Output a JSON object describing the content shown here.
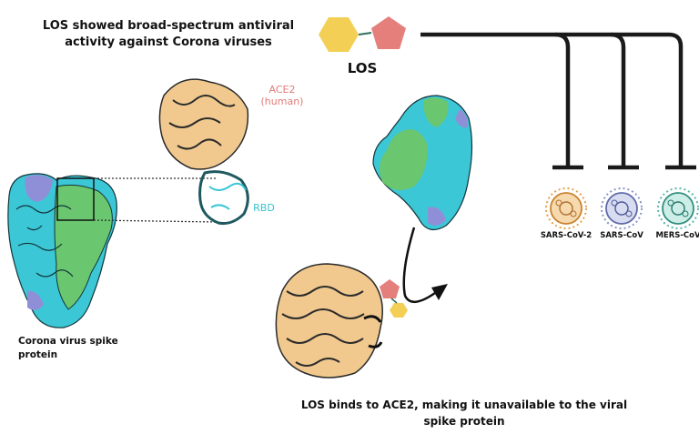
{
  "title": "LOS showed broad-spectrum antiviral activity against Corona viruses",
  "los_label": "LOS",
  "spike_label": "Corona virus spike protein",
  "ace2_label": "ACE2 (human)",
  "rbd_label": "RBD",
  "bottom_caption": "LOS binds to ACE2, making it unavailable to the viral spike protein",
  "viruses": [
    {
      "name": "SARS-CoV-2",
      "color": "#e6a04a"
    },
    {
      "name": "SARS-CoV",
      "color": "#8b96c9"
    },
    {
      "name": "MERS-CoV",
      "color": "#57b8a9"
    }
  ],
  "colors": {
    "hexagon": "#f3cf55",
    "pentagon": "#e57f7c",
    "protein_cyan": "#3cc7d6",
    "protein_green": "#6ac66f",
    "protein_purple": "#8f8fd8",
    "ace2": "#f1c98f",
    "line": "#1a1a1a"
  }
}
